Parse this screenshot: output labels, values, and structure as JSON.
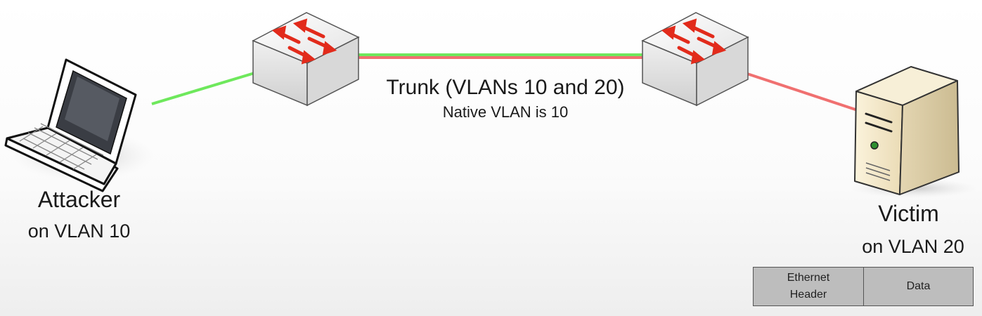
{
  "attacker": {
    "name": "Attacker",
    "vlan": "on VLAN 10"
  },
  "victim": {
    "name": "Victim",
    "vlan": "on VLAN 20"
  },
  "trunk": {
    "label": "Trunk (VLANs 10 and 20)",
    "native": "Native VLAN is 10"
  },
  "frame": {
    "header": "Ethernet Header",
    "data": "Data"
  },
  "colors": {
    "vlan10": "#6ee85c",
    "vlan20": "#f07070",
    "arrow": "#e22b1b"
  },
  "icons": [
    "laptop-icon",
    "switch-icon",
    "server-icon"
  ]
}
